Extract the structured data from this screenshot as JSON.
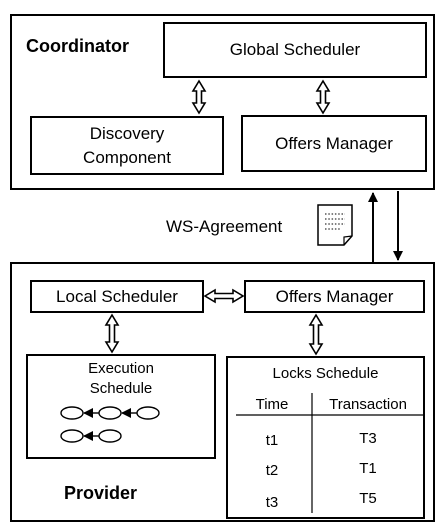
{
  "coordinator": {
    "title": "Coordinator",
    "global_scheduler": "Global Scheduler",
    "discovery_line1": "Discovery",
    "discovery_line2": "Component",
    "offers_manager": "Offers Manager"
  },
  "link": {
    "label": "WS-Agreement",
    "document_icon": "document-icon"
  },
  "provider": {
    "title": "Provider",
    "local_scheduler": "Local Scheduler",
    "offers_manager": "Offers Manager",
    "execution_line1": "Execution",
    "execution_line2": "Schedule",
    "locks_title": "Locks Schedule",
    "locks_columns": [
      "Time",
      "Transaction"
    ],
    "locks_rows": [
      {
        "time": "t1",
        "transaction": "T3"
      },
      {
        "time": "t2",
        "transaction": "T1"
      },
      {
        "time": "t3",
        "transaction": "T5"
      }
    ]
  }
}
